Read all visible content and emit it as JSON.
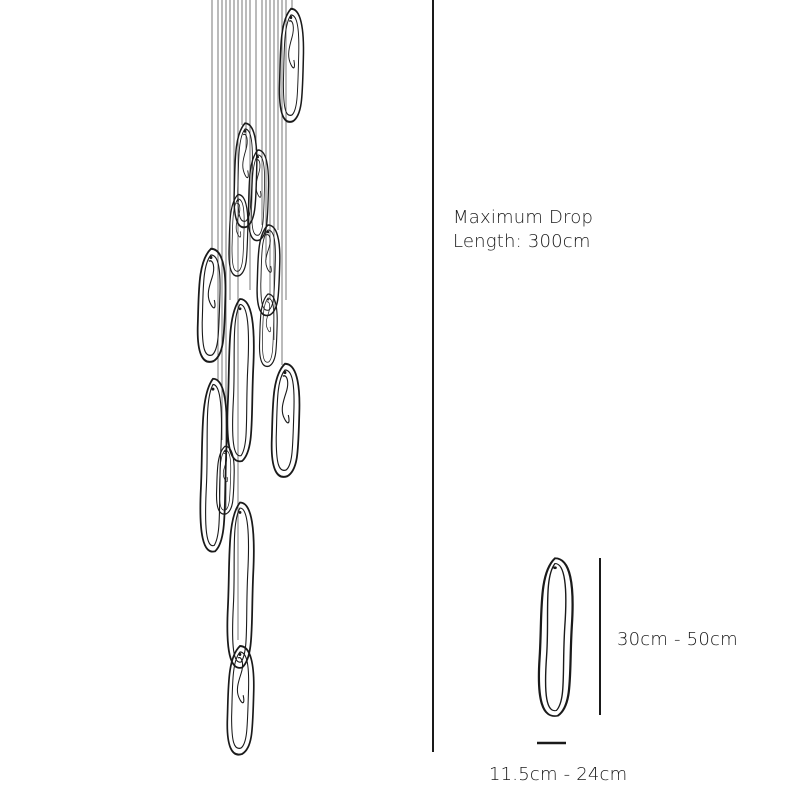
{
  "annotations": {
    "max_drop_line1": "Maximum Drop",
    "max_drop_line2": "Length: 300cm",
    "pendant_height": "30cm - 50cm",
    "pendant_width": "11.5cm - 24cm"
  },
  "colors": {
    "line": "#1a1a1a",
    "background": "#ffffff"
  }
}
